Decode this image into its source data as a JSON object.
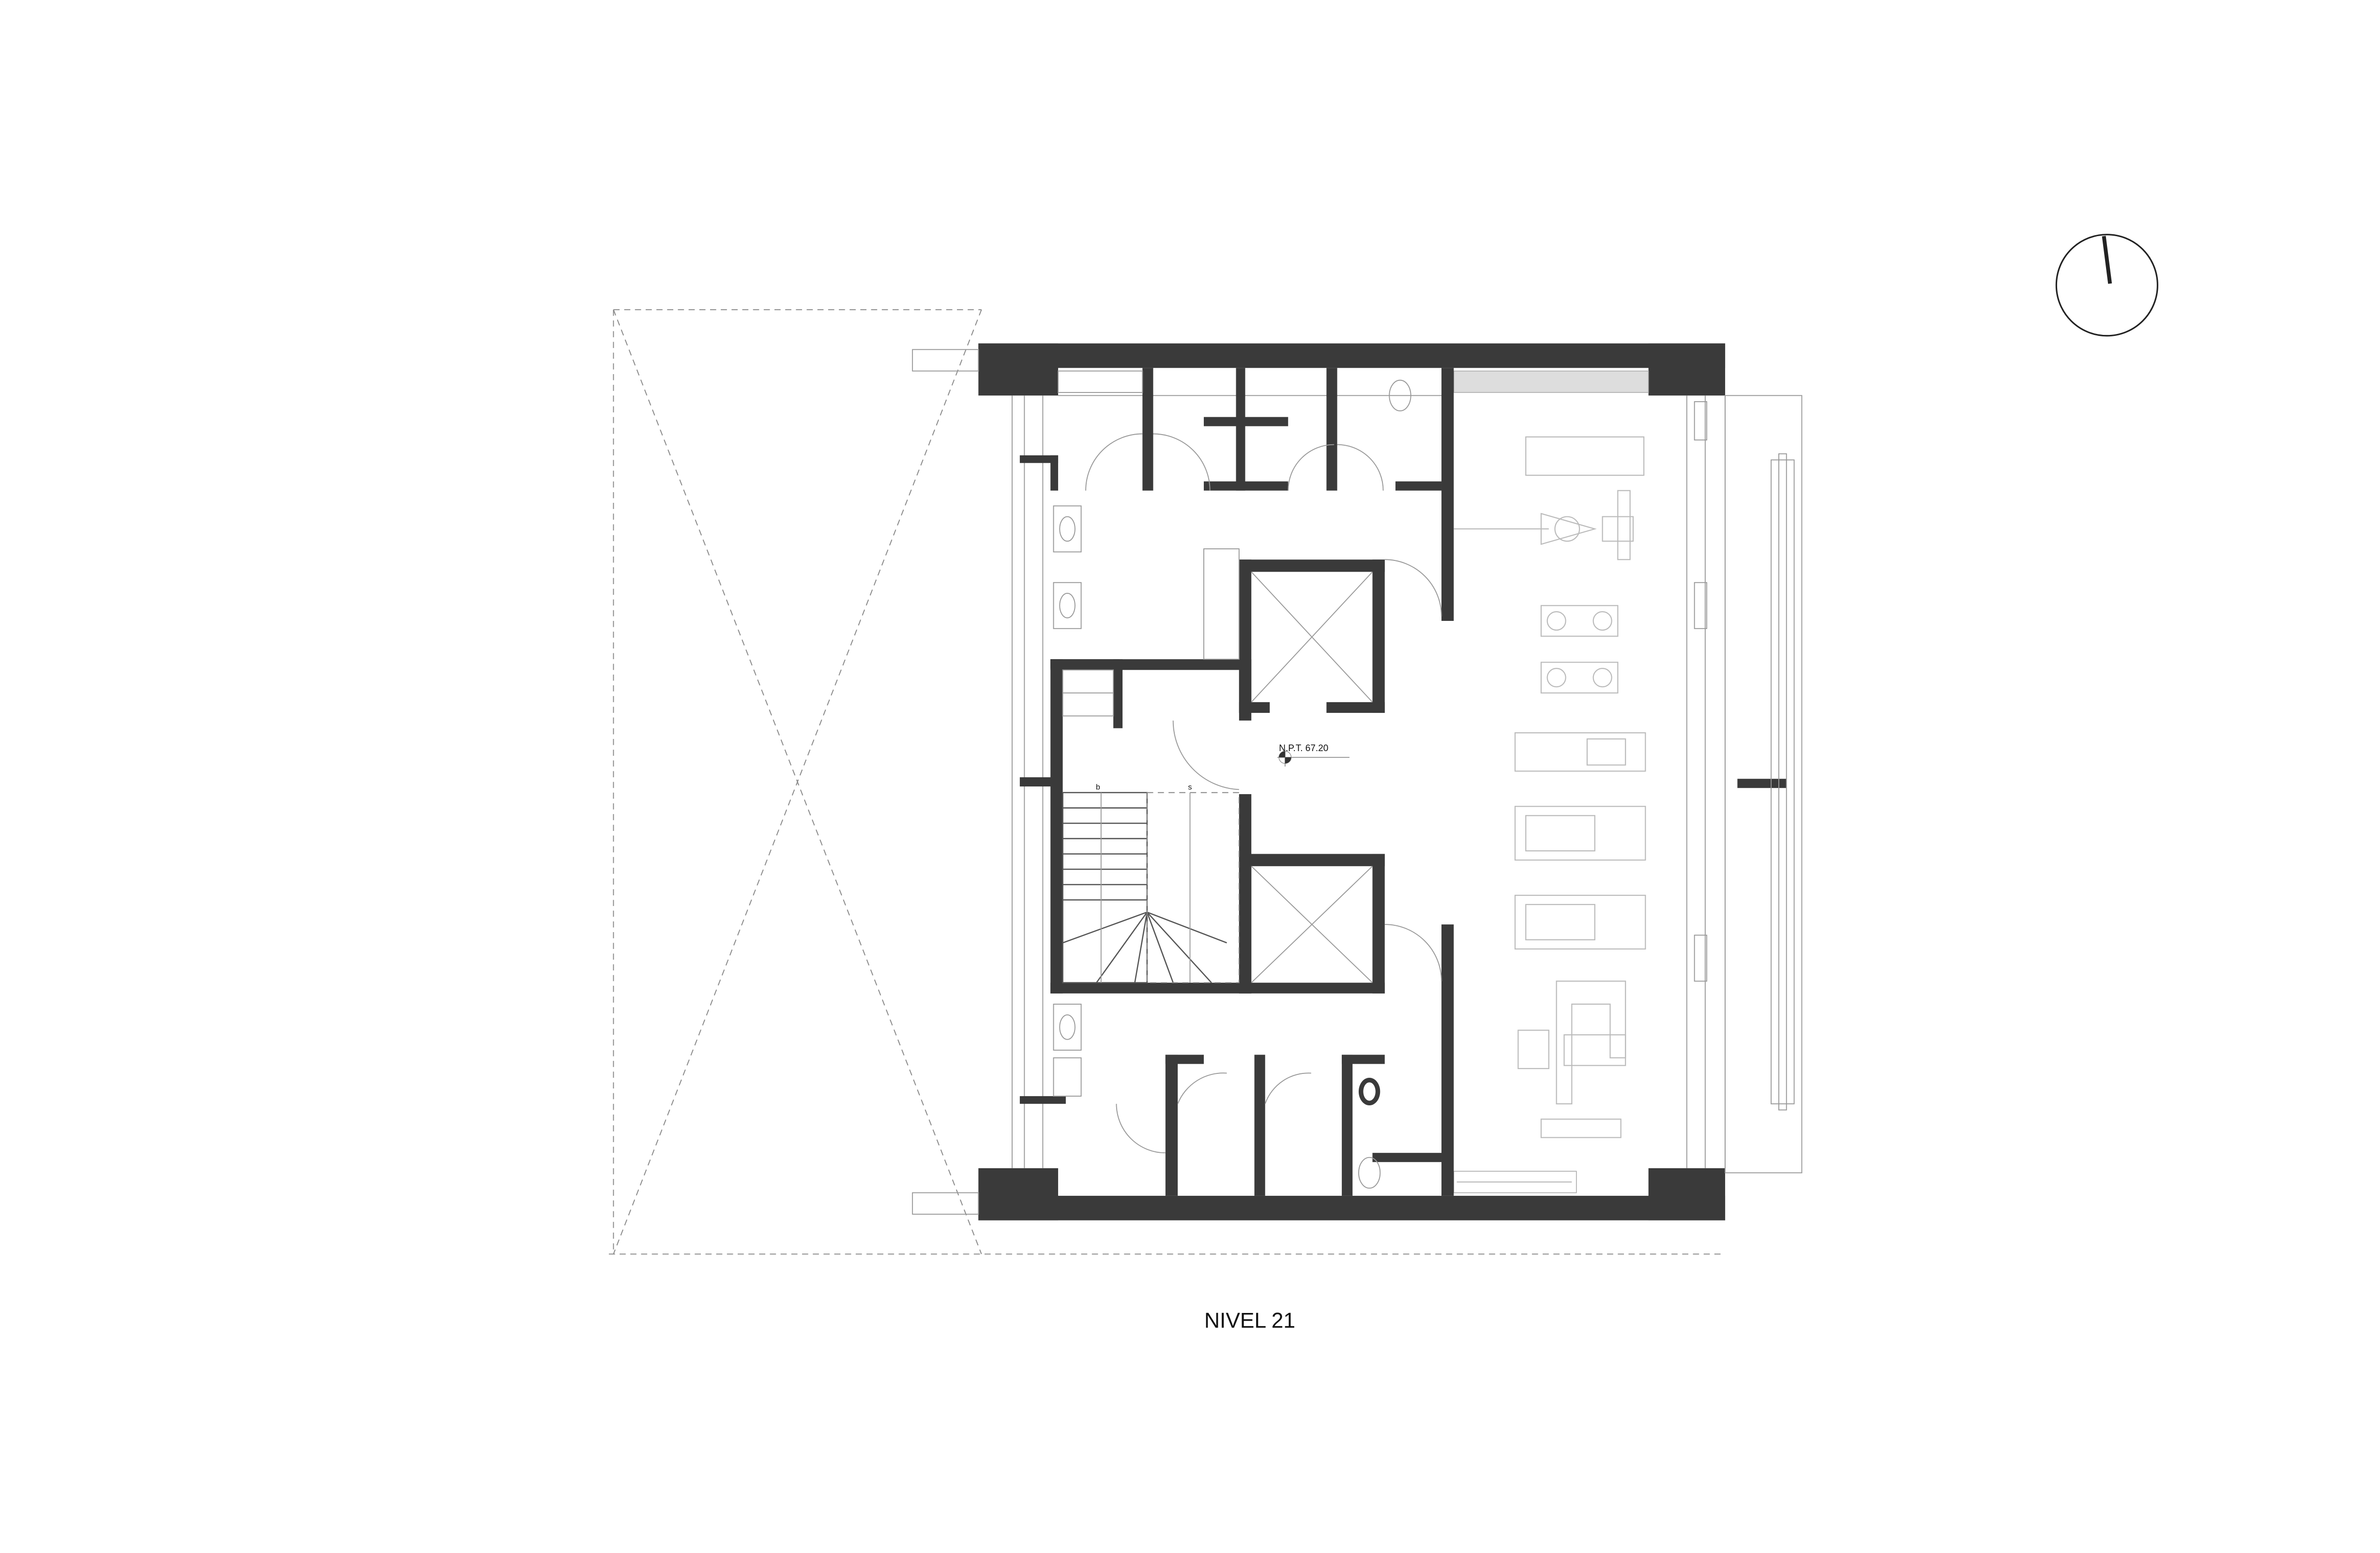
{
  "drawing": {
    "title": "NIVEL 21",
    "level_marker": "N.P.T. 67.20",
    "stair_labels": [
      "b",
      "s"
    ],
    "wall_color": "#3a3a3a",
    "line_color": "#999999"
  },
  "north_arrow": {
    "icon": "north-arrow-icon"
  }
}
